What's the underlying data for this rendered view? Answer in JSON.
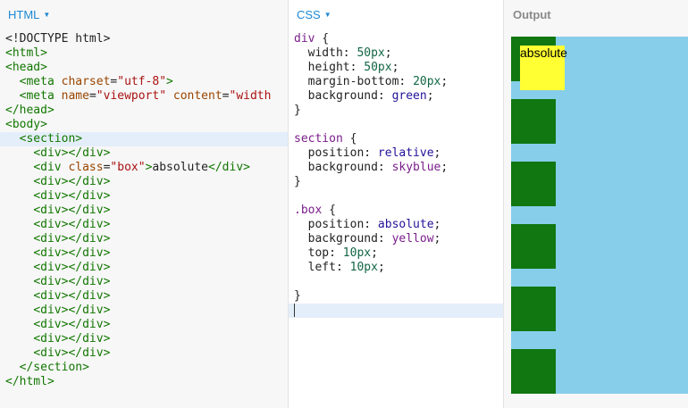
{
  "panels": {
    "html": {
      "label": "HTML"
    },
    "css": {
      "label": "CSS"
    },
    "output": {
      "label": "Output"
    }
  },
  "html_code": [
    [
      {
        "c": "p",
        "t": "<!DOCTYPE html>"
      }
    ],
    [
      {
        "c": "t",
        "t": "<html>"
      }
    ],
    [
      {
        "c": "t",
        "t": "<head>"
      }
    ],
    [
      {
        "c": "p",
        "t": "  "
      },
      {
        "c": "t",
        "t": "<meta"
      },
      {
        "c": "p",
        "t": " "
      },
      {
        "c": "a",
        "t": "charset"
      },
      {
        "c": "p",
        "t": "="
      },
      {
        "c": "s",
        "t": "\"utf-8\""
      },
      {
        "c": "t",
        "t": ">"
      }
    ],
    [
      {
        "c": "p",
        "t": "  "
      },
      {
        "c": "t",
        "t": "<meta"
      },
      {
        "c": "p",
        "t": " "
      },
      {
        "c": "a",
        "t": "name"
      },
      {
        "c": "p",
        "t": "="
      },
      {
        "c": "s",
        "t": "\"viewport\""
      },
      {
        "c": "p",
        "t": " "
      },
      {
        "c": "a",
        "t": "content"
      },
      {
        "c": "p",
        "t": "="
      },
      {
        "c": "s",
        "t": "\"width"
      }
    ],
    [
      {
        "c": "t",
        "t": "</head>"
      }
    ],
    [
      {
        "c": "t",
        "t": "<body>"
      }
    ],
    [
      {
        "c": "p",
        "t": "  "
      },
      {
        "c": "t",
        "t": "<section>"
      }
    ],
    [
      {
        "c": "p",
        "t": "    "
      },
      {
        "c": "t",
        "t": "<div></div>"
      }
    ],
    [
      {
        "c": "p",
        "t": "    "
      },
      {
        "c": "t",
        "t": "<div"
      },
      {
        "c": "p",
        "t": " "
      },
      {
        "c": "a",
        "t": "class"
      },
      {
        "c": "p",
        "t": "="
      },
      {
        "c": "s",
        "t": "\"box\""
      },
      {
        "c": "t",
        "t": ">"
      },
      {
        "c": "p",
        "t": "absolute"
      },
      {
        "c": "t",
        "t": "</div>"
      }
    ],
    [
      {
        "c": "p",
        "t": "    "
      },
      {
        "c": "t",
        "t": "<div></div>"
      }
    ],
    [
      {
        "c": "p",
        "t": "    "
      },
      {
        "c": "t",
        "t": "<div></div>"
      }
    ],
    [
      {
        "c": "p",
        "t": "    "
      },
      {
        "c": "t",
        "t": "<div></div>"
      }
    ],
    [
      {
        "c": "p",
        "t": "    "
      },
      {
        "c": "t",
        "t": "<div></div>"
      }
    ],
    [
      {
        "c": "p",
        "t": "    "
      },
      {
        "c": "t",
        "t": "<div></div>"
      }
    ],
    [
      {
        "c": "p",
        "t": "    "
      },
      {
        "c": "t",
        "t": "<div></div>"
      }
    ],
    [
      {
        "c": "p",
        "t": "    "
      },
      {
        "c": "t",
        "t": "<div></div>"
      }
    ],
    [
      {
        "c": "p",
        "t": "    "
      },
      {
        "c": "t",
        "t": "<div></div>"
      }
    ],
    [
      {
        "c": "p",
        "t": "    "
      },
      {
        "c": "t",
        "t": "<div></div>"
      }
    ],
    [
      {
        "c": "p",
        "t": "    "
      },
      {
        "c": "t",
        "t": "<div></div>"
      }
    ],
    [
      {
        "c": "p",
        "t": "    "
      },
      {
        "c": "t",
        "t": "<div></div>"
      }
    ],
    [
      {
        "c": "p",
        "t": "    "
      },
      {
        "c": "t",
        "t": "<div></div>"
      }
    ],
    [
      {
        "c": "p",
        "t": "    "
      },
      {
        "c": "t",
        "t": "<div></div>"
      }
    ],
    [
      {
        "c": "p",
        "t": "  "
      },
      {
        "c": "t",
        "t": "</section>"
      }
    ],
    [
      {
        "c": "t",
        "t": "</html>"
      }
    ]
  ],
  "html_active_line": 7,
  "css_code": [
    [
      {
        "c": "sel",
        "t": "div"
      },
      {
        "c": "p",
        "t": " {"
      }
    ],
    [
      {
        "c": "p",
        "t": "  width: "
      },
      {
        "c": "num",
        "t": "50px"
      },
      {
        "c": "p",
        "t": ";"
      }
    ],
    [
      {
        "c": "p",
        "t": "  height: "
      },
      {
        "c": "num",
        "t": "50px"
      },
      {
        "c": "p",
        "t": ";"
      }
    ],
    [
      {
        "c": "p",
        "t": "  margin-bottom: "
      },
      {
        "c": "num",
        "t": "20px"
      },
      {
        "c": "p",
        "t": ";"
      }
    ],
    [
      {
        "c": "p",
        "t": "  background: "
      },
      {
        "c": "kw",
        "t": "green"
      },
      {
        "c": "p",
        "t": ";"
      }
    ],
    [
      {
        "c": "p",
        "t": "}"
      }
    ],
    [],
    [
      {
        "c": "sel",
        "t": "section"
      },
      {
        "c": "p",
        "t": " {"
      }
    ],
    [
      {
        "c": "p",
        "t": "  position: "
      },
      {
        "c": "kw",
        "t": "relative"
      },
      {
        "c": "p",
        "t": ";"
      }
    ],
    [
      {
        "c": "p",
        "t": "  background: "
      },
      {
        "c": "sel",
        "t": "skyblue"
      },
      {
        "c": "p",
        "t": ";"
      }
    ],
    [
      {
        "c": "p",
        "t": "}"
      }
    ],
    [],
    [
      {
        "c": "sel",
        "t": ".box"
      },
      {
        "c": "p",
        "t": " {"
      }
    ],
    [
      {
        "c": "p",
        "t": "  position: "
      },
      {
        "c": "kw",
        "t": "absolute"
      },
      {
        "c": "p",
        "t": ";"
      }
    ],
    [
      {
        "c": "p",
        "t": "  background: "
      },
      {
        "c": "sel",
        "t": "yellow"
      },
      {
        "c": "p",
        "t": ";"
      }
    ],
    [
      {
        "c": "p",
        "t": "  top: "
      },
      {
        "c": "num",
        "t": "10px"
      },
      {
        "c": "p",
        "t": ";"
      }
    ],
    [
      {
        "c": "p",
        "t": "  left: "
      },
      {
        "c": "num",
        "t": "10px"
      },
      {
        "c": "p",
        "t": ";"
      }
    ],
    [],
    [
      {
        "c": "p",
        "t": "}"
      }
    ],
    []
  ],
  "css_active_line": 19,
  "output": {
    "box_text": "absolute",
    "green_count": 6,
    "colors": {
      "section": "#87ceeb",
      "div": "#117711",
      "box": "#ffff33"
    }
  }
}
